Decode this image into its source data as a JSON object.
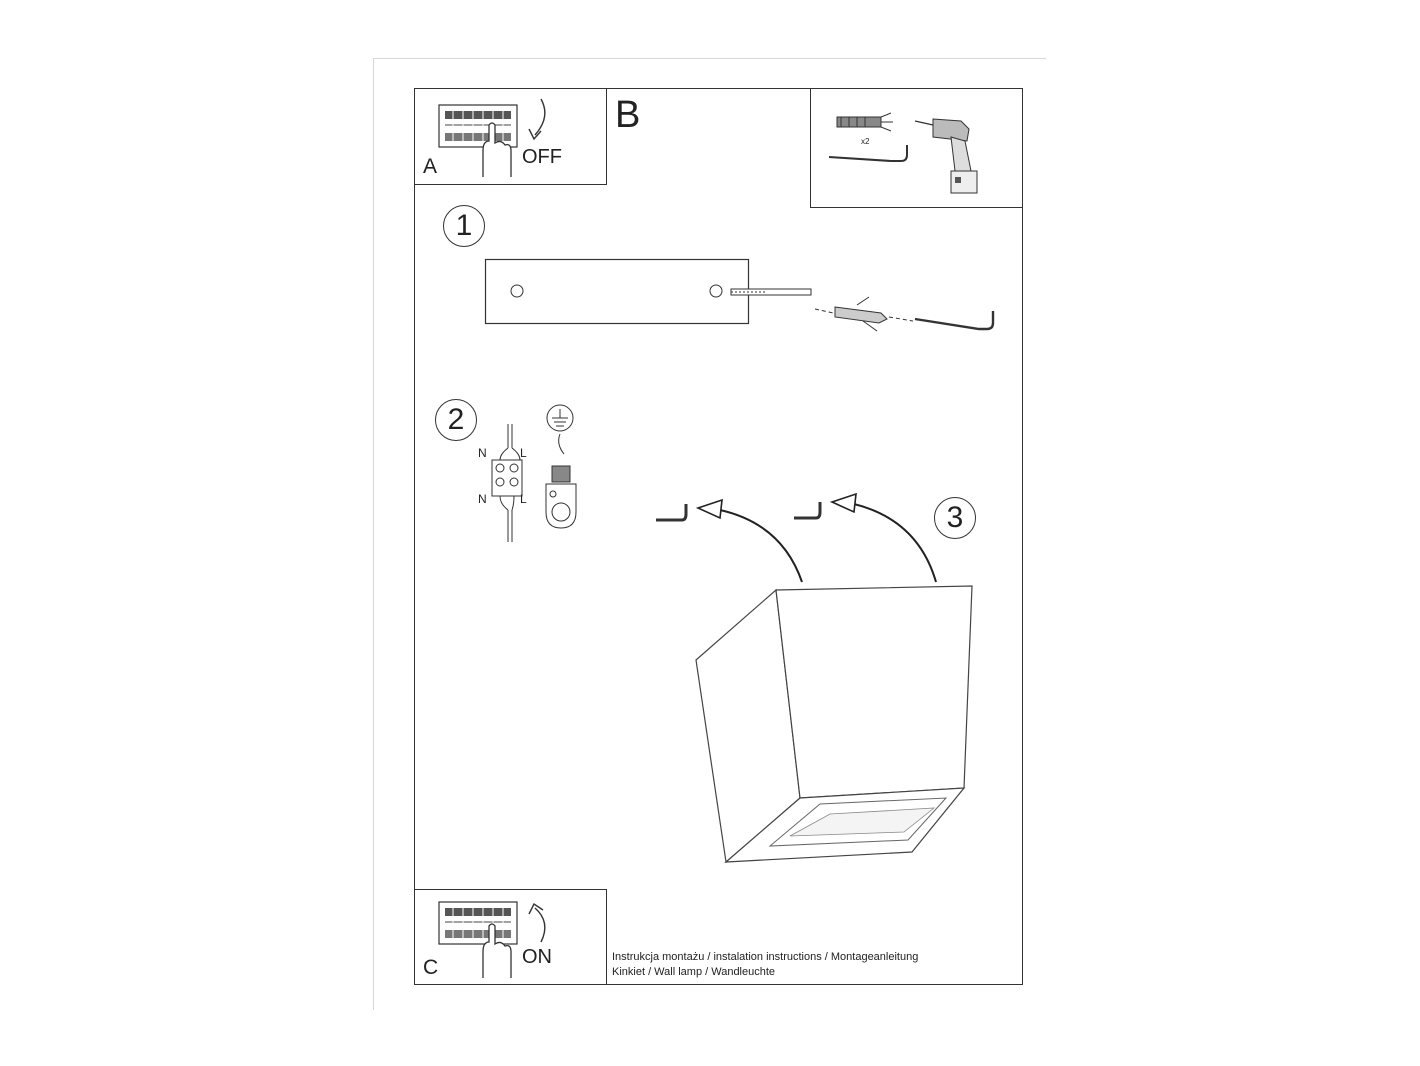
{
  "panel_a": {
    "letter": "A",
    "label": "OFF"
  },
  "panel_b": {
    "letter": "B",
    "count_label": "x2"
  },
  "panel_c": {
    "letter": "C",
    "label": "ON"
  },
  "steps": [
    "1",
    "2",
    "3"
  ],
  "wiring": {
    "top_left": "N",
    "top_right": "L",
    "bottom_left": "N",
    "bottom_right": "L"
  },
  "caption": {
    "line1": "Instrukcja montażu / instalation instructions / Montageanleitung",
    "line2": "Kinkiet / Wall lamp / Wandleuchte"
  },
  "icons": [
    "breaker-panel-icon",
    "hand-icon",
    "curved-arrow-icon",
    "wall-plug-icon",
    "screw-hook-icon",
    "drill-icon",
    "ground-symbol-icon",
    "terminal-block-icon",
    "lamp-cube-icon"
  ]
}
